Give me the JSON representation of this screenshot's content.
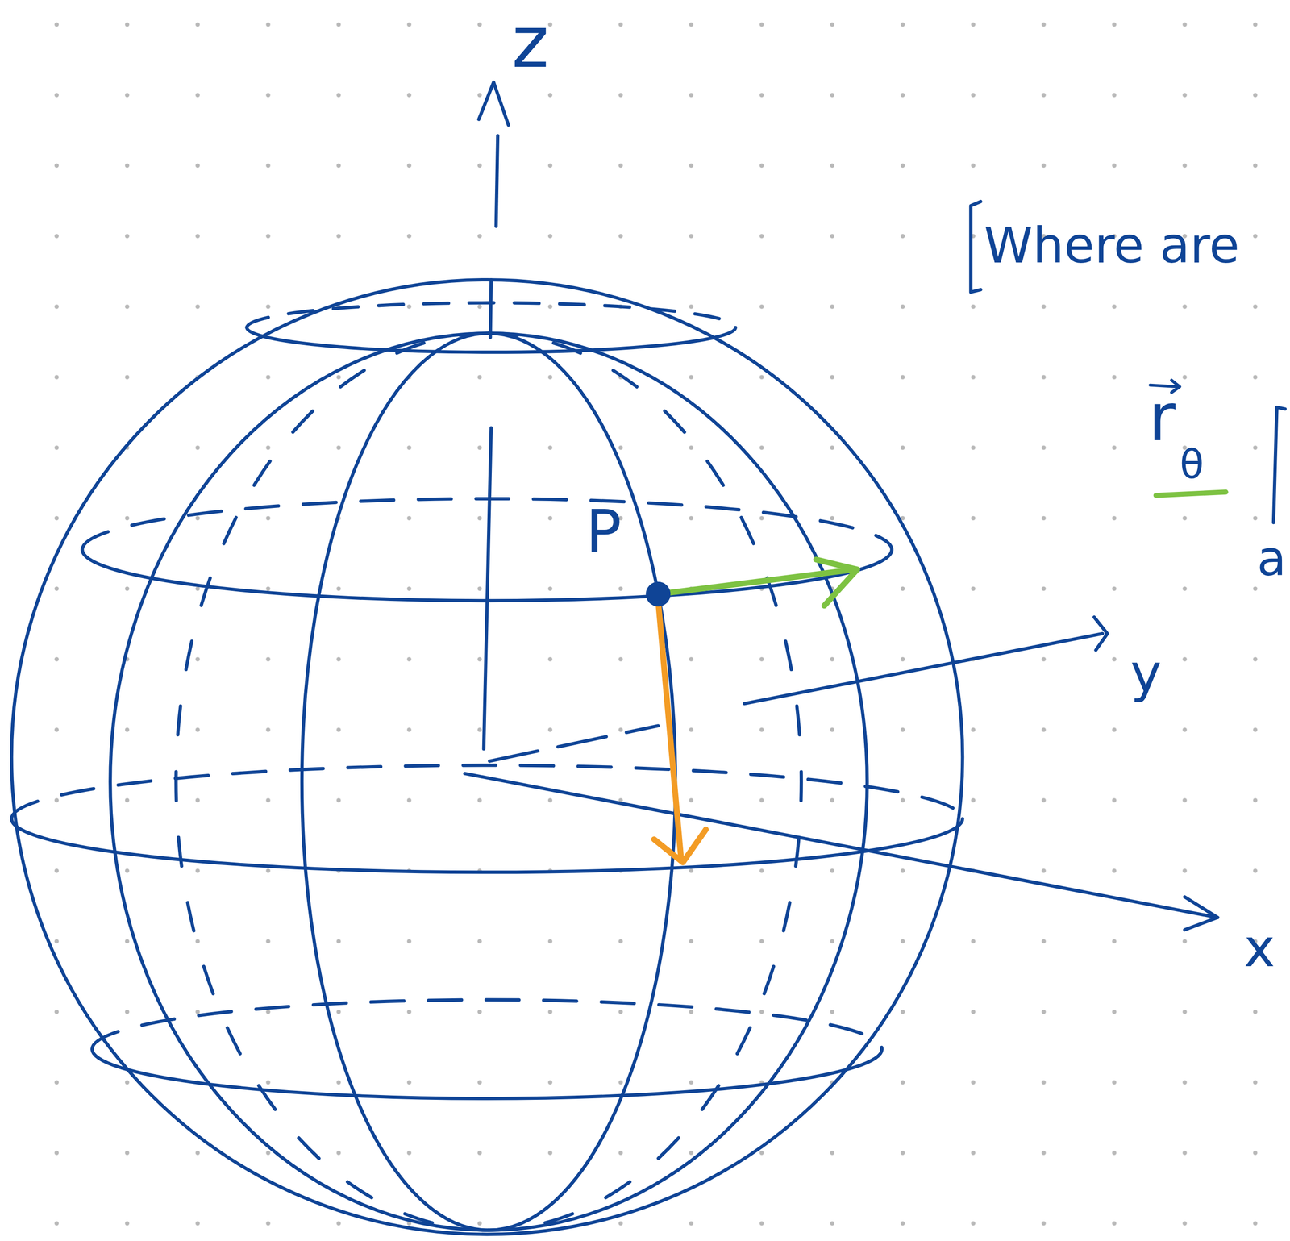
{
  "diagram": {
    "labels": [
      "z",
      "Where are",
      "r",
      "θ",
      "P",
      "a",
      "y",
      "x"
    ]
  }
}
